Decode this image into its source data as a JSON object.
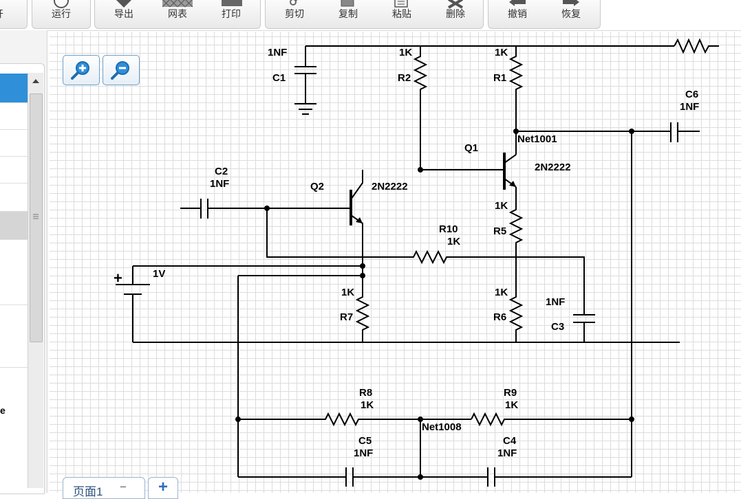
{
  "toolbar": {
    "partial_label": "开",
    "run": "运行",
    "export": "导出",
    "grid": "网表",
    "print": "打印",
    "cut": "剪切",
    "copy": "复制",
    "paste": "粘贴",
    "delete": "删除",
    "undo": "撤销",
    "redo": "恢复"
  },
  "sidebar": {
    "partial_text": "e"
  },
  "pages": {
    "current_tab": "页面1",
    "close_glyph": "−",
    "add_glyph": "+"
  },
  "circuit": {
    "c1": {
      "name": "C1",
      "value": "1NF"
    },
    "c2": {
      "name": "C2",
      "value": "1NF"
    },
    "c3": {
      "name": "C3",
      "value": "1NF"
    },
    "c4": {
      "name": "C4",
      "value": "1NF"
    },
    "c5": {
      "name": "C5",
      "value": "1NF"
    },
    "c6": {
      "name": "C6",
      "value": "1NF"
    },
    "r1": {
      "name": "R1",
      "value": "1K"
    },
    "r2": {
      "name": "R2",
      "value": "1K"
    },
    "r5": {
      "name": "R5",
      "value": "1K"
    },
    "r6": {
      "name": "R6",
      "value": "1K"
    },
    "r7": {
      "name": "R7",
      "value": "1K"
    },
    "r8": {
      "name": "R8",
      "value": "1K"
    },
    "r9": {
      "name": "R9",
      "value": "1K"
    },
    "r10": {
      "name": "R10",
      "value": "1K"
    },
    "q1": {
      "name": "Q1",
      "model": "2N2222"
    },
    "q2": {
      "name": "Q2",
      "model": "2N2222"
    },
    "battery": {
      "value": "1V",
      "plus": "+"
    },
    "nets": {
      "net1001": "Net1001",
      "net1008": "Net1008"
    }
  },
  "colors": {
    "accent": "#2f8fd8",
    "wire": "#000000",
    "grid": "#dcdcdc"
  }
}
